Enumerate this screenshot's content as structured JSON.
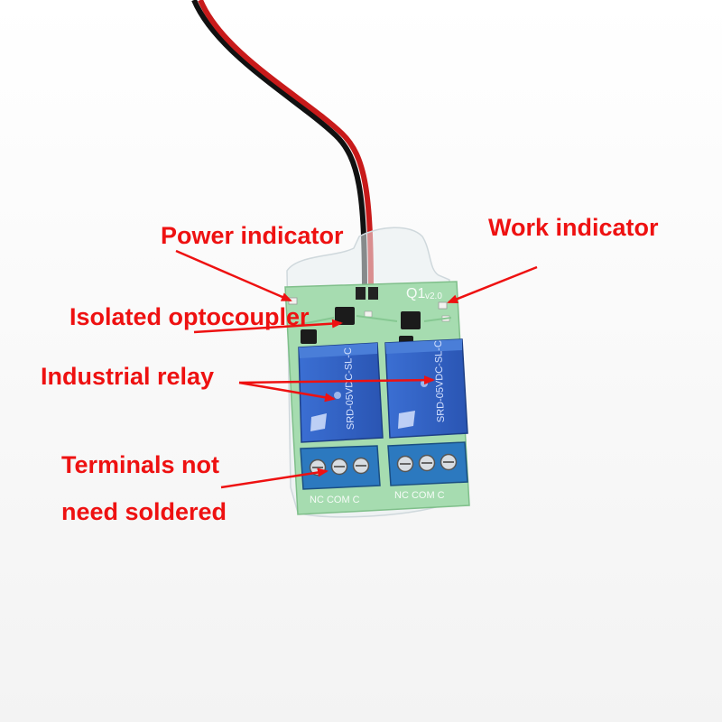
{
  "labels": {
    "power_indicator": "Power indicator",
    "work_indicator": "Work indicator",
    "isolated_optocoupler": "Isolated optocoupler",
    "industrial_relay": "Industrial relay",
    "terminals_line1": "Terminals not",
    "terminals_line2": "need soldered"
  },
  "board": {
    "silkscreen_model": "Q1",
    "silkscreen_version": "v2.0",
    "terminal_left": "NC COM C",
    "terminal_right": "NC COM C",
    "relay_left_text": "SRD-05VDC-SL-C",
    "relay_right_text": "SRD-05VDC-SL-C"
  },
  "colors": {
    "label_red": "#ee1111",
    "pcb_green": "#9fd9a9",
    "relay_blue": "#2f62c9",
    "terminal_blue": "#2c79bf"
  }
}
